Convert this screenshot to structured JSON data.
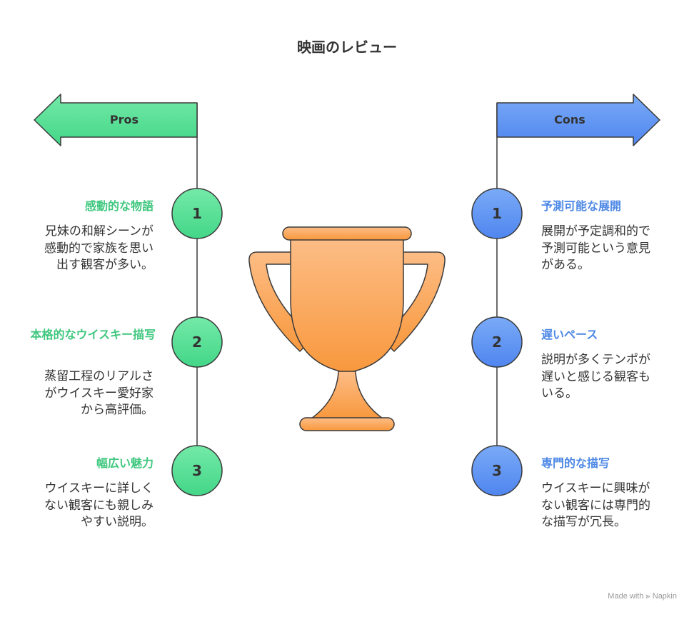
{
  "title": "映画のレビュー",
  "pros": {
    "label": "Pros",
    "color": "#5ee39a",
    "items": [
      {
        "number": "1",
        "heading": "感動的な物語",
        "description": "兄妹の和解シーンが感動的で家族を思い出す観客が多い。"
      },
      {
        "number": "2",
        "heading": "本格的なウイスキー描写",
        "description": "蒸留工程のリアルさがウイスキー愛好家から高評価。"
      },
      {
        "number": "3",
        "heading": "幅広い魅力",
        "description": "ウイスキーに詳しくない観客にも親しみやすい説明。"
      }
    ]
  },
  "cons": {
    "label": "Cons",
    "color": "#5b95f2",
    "items": [
      {
        "number": "1",
        "heading": "予測可能な展開",
        "description": "展開が予定調和的で予測可能という意見がある。"
      },
      {
        "number": "2",
        "heading": "遅いペース",
        "description": "説明が多くテンポが遅いと感じる観客もいる。"
      },
      {
        "number": "3",
        "heading": "専門的な描写",
        "description": "ウイスキーに興味がない観客には専門的な描写が冗長。"
      }
    ]
  },
  "center_icon": "trophy-icon",
  "footer": "Made with ⫸ Napkin"
}
